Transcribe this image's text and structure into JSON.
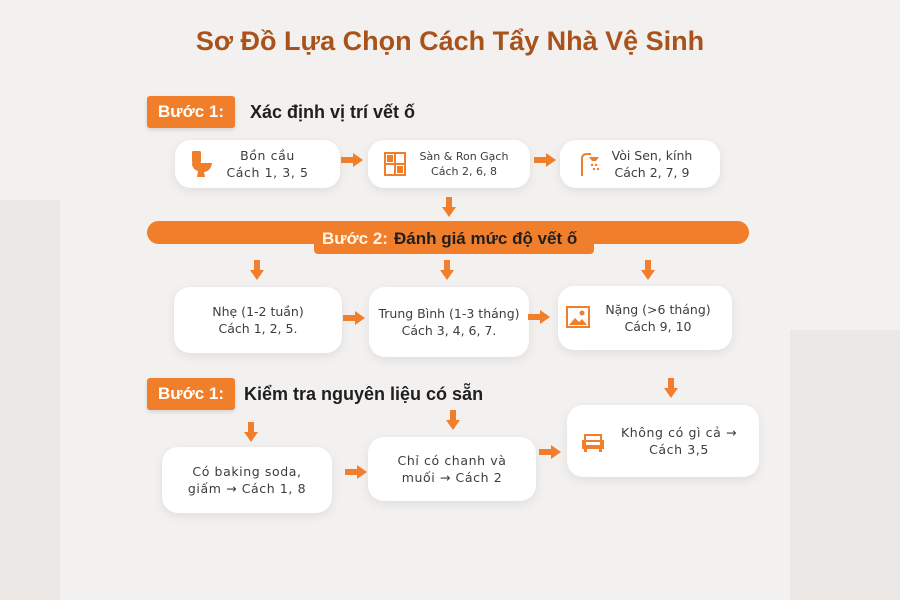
{
  "title": "Sơ Đồ Lựa Chọn Cách Tẩy Nhà Vệ Sinh",
  "colors": {
    "accent": "#f07e2b",
    "title": "#a9531c",
    "card": "#ffffff",
    "background": "#f3f1ef"
  },
  "step1": {
    "badge": "Bước 1:",
    "title": "Xác định vị trí vết ố",
    "cards": [
      {
        "icon": "toilet-icon",
        "line1": "Bồn cầu",
        "line2": "Cách 1, 3, 5"
      },
      {
        "icon": "tile-icon",
        "line1": "Sàn & Ron Gạch",
        "line2": "Cách 2, 6, 8"
      },
      {
        "icon": "shower-icon",
        "line1": "Vòi Sen, kính",
        "line2": "Cách 2, 7, 9"
      }
    ]
  },
  "step2": {
    "badge": "Bước 2:",
    "title": "Đánh giá mức độ vết ố",
    "cards": [
      {
        "line1": "Nhẹ (1-2 tuần)",
        "line2": "Cách 1,  2,  5."
      },
      {
        "line1": "Trung Bình (1-3 tháng)",
        "line2": "Cách 3, 4, 6, 7."
      },
      {
        "icon": "picture-icon",
        "line1": "Nặng (>6 tháng)",
        "line2": "Cách 9, 10"
      }
    ]
  },
  "step3": {
    "badge": "Bước 1:",
    "title": "Kiểm tra nguyên liệu có sẵn",
    "cards": [
      {
        "line1": "Có baking soda,",
        "line2": "giấm → Cách 1, 8"
      },
      {
        "line1": "Chỉ có chanh và",
        "line2": "muối → Cách 2"
      },
      {
        "icon": "sofa-icon",
        "line1": "Không có gì cả →",
        "line2": "Cách 3,5"
      }
    ]
  }
}
